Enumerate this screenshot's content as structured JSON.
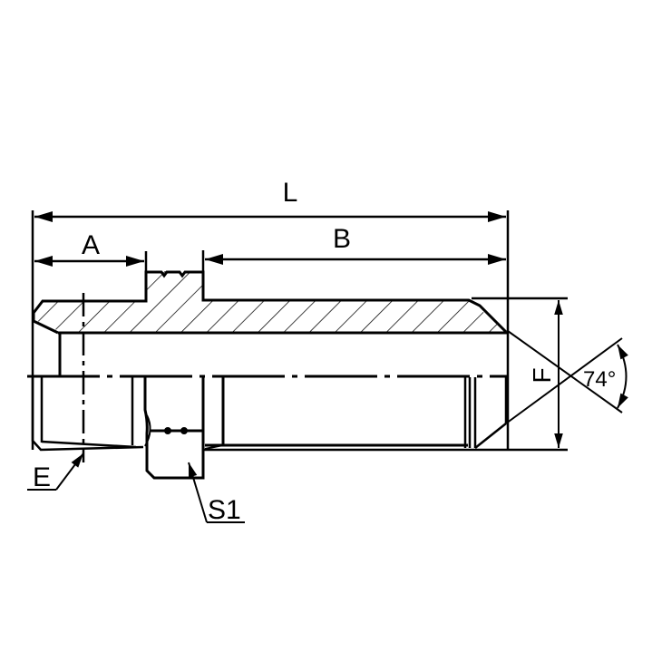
{
  "drawing": {
    "type": "technical-drawing",
    "subject": "Straight male adapter fitting (tapered pipe thread to 74° flare)",
    "colors": {
      "line": "#000000",
      "background": "#ffffff"
    },
    "dimensions": {
      "overall_length": "L",
      "thread_length": "A",
      "body_length": "B",
      "hex_size": "S1",
      "thread_size": "E",
      "flare_diameter": "F"
    },
    "angle": {
      "value": "74°"
    }
  }
}
